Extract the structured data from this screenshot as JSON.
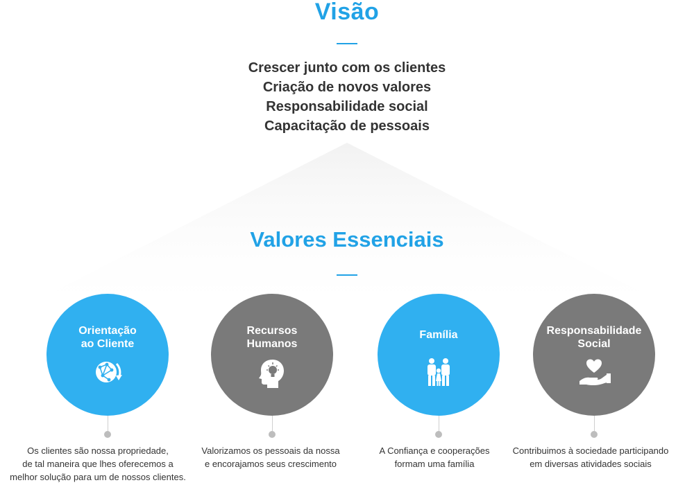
{
  "vision": {
    "title": "Visão",
    "items": [
      "Crescer junto com os clientes",
      "Criação de novos valores",
      "Responsabilidade social",
      "Capacitação de pessoais"
    ]
  },
  "values": {
    "title": "Valores Essenciais",
    "cards": [
      {
        "label_line1": "Orientação",
        "label_line2": "ao Cliente",
        "icon": "globe-refresh-icon",
        "color": "#30b0f0",
        "desc_line1": "Os clientes são nossa propriedade,",
        "desc_line2": "de tal maneira que lhes oferecemos a",
        "desc_line3": "melhor solução para um de nossos clientes."
      },
      {
        "label_line1": "Recursos",
        "label_line2": "Humanos",
        "icon": "head-lightbulb-icon",
        "color": "#7a7a7a",
        "desc_line1": "Valorizamos os pessoais da nossa",
        "desc_line2": "e encorajamos seus crescimento"
      },
      {
        "label_line1": "Família",
        "icon": "family-icon",
        "color": "#30b0f0",
        "desc_line1": "A Confiança e cooperações",
        "desc_line2": "formam uma família"
      },
      {
        "label_line1": "Responsabilidade",
        "label_line2": "Social",
        "icon": "heart-hand-icon",
        "color": "#7a7a7a",
        "desc_line1": "Contribuimos à sociedade participando",
        "desc_line2": "em diversas atividades sociais"
      }
    ]
  },
  "colors": {
    "accent": "#21a2e6",
    "circle_blue": "#30b0f0",
    "circle_gray": "#7a7a7a",
    "text": "#333333"
  }
}
